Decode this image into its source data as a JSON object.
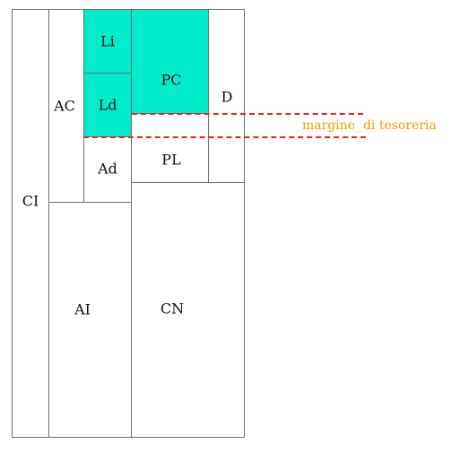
{
  "labels": {
    "ci": "CI",
    "ac": "AC",
    "li": "Li",
    "ld": "Ld",
    "ad": "Ad",
    "ai": "AI",
    "pc": "PC",
    "pl": "PL",
    "d": "D",
    "cn": "CN"
  },
  "annotation": "margine  di tesoreria",
  "colors": {
    "liquid_fill": "#00eccb",
    "border": "#6e6e6e",
    "dashed_line": "#ff1a1a",
    "annotation": "#f2a100"
  }
}
